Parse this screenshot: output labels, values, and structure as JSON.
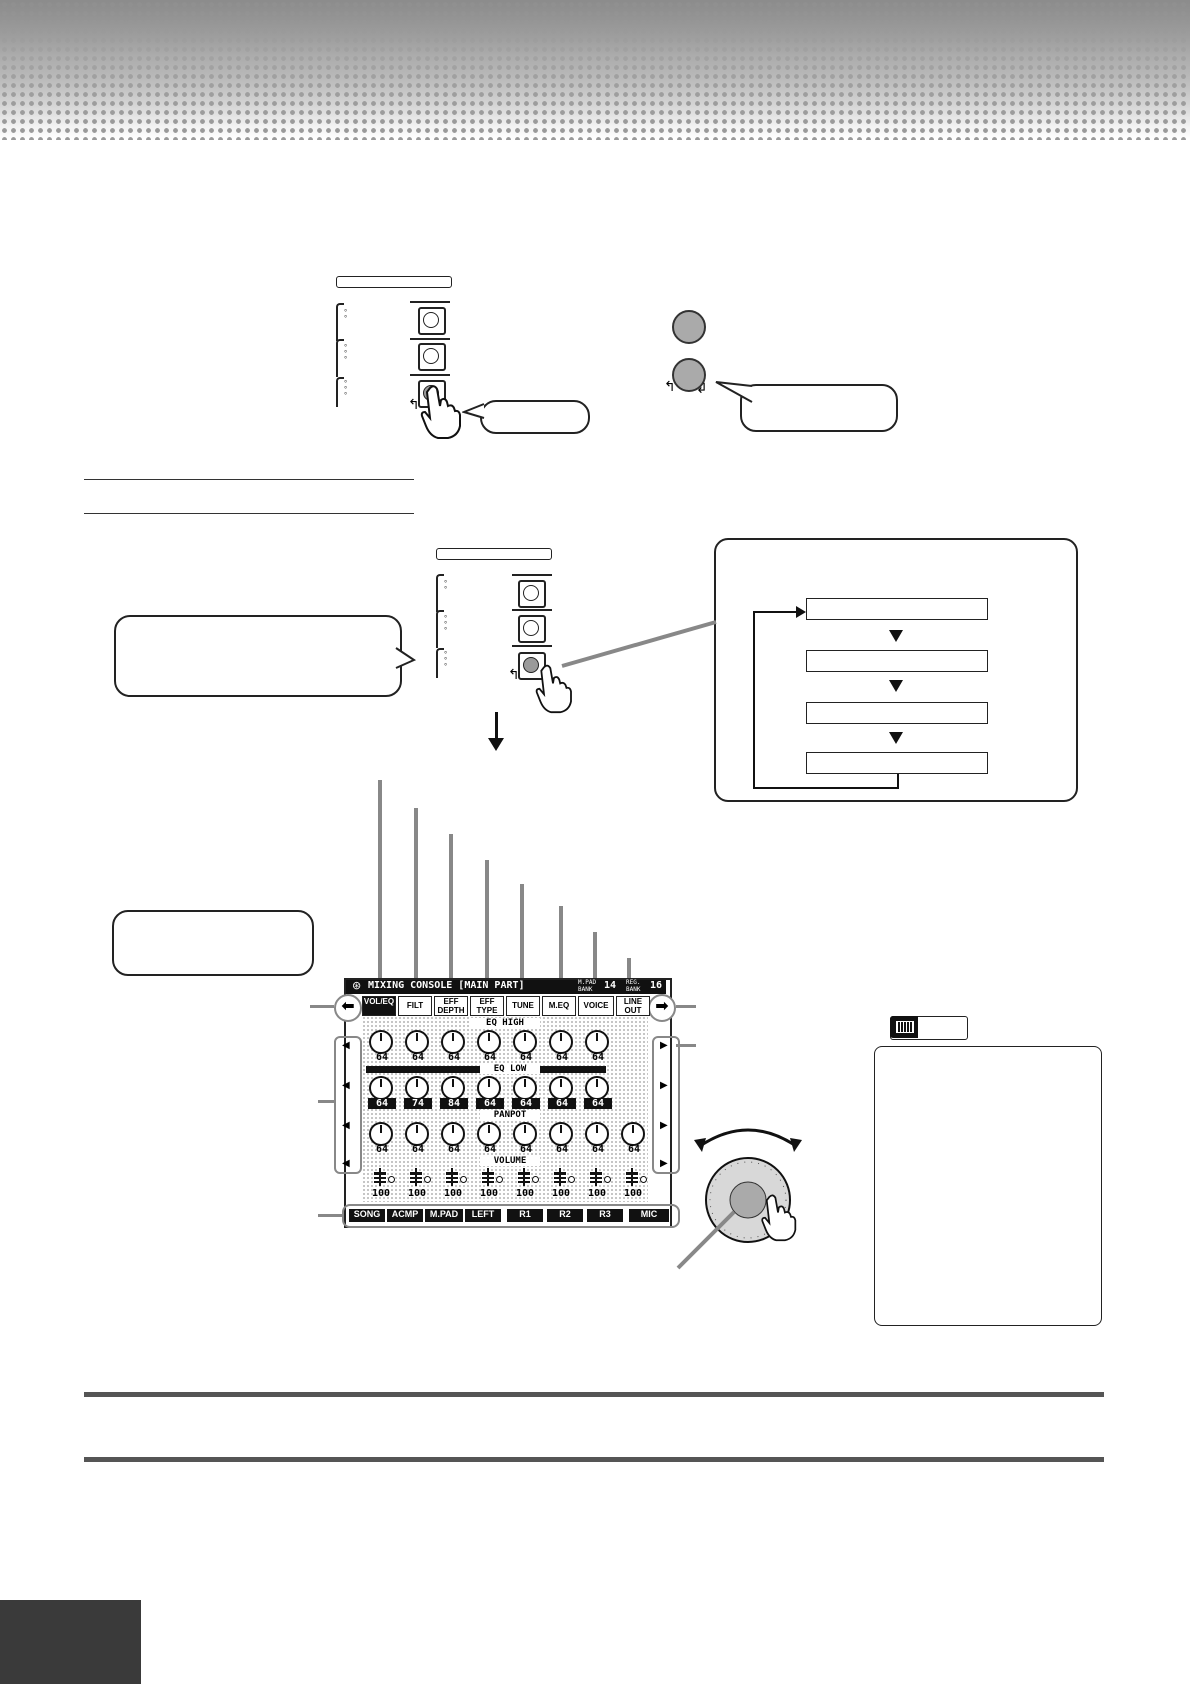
{
  "lcd": {
    "title": "MIXING CONSOLE [MAIN PART]",
    "mpad_label": "M.PAD BANK",
    "mpad_value": "14",
    "reg_label": "REG. BANK",
    "reg_value": "16",
    "tabs": [
      "VOL/EQ",
      "FILT",
      "EFF DEPTH",
      "EFF TYPE",
      "TUNE",
      "M.EQ",
      "VOICE",
      "LINE OUT"
    ],
    "sections": {
      "eq_high": "EQ HIGH",
      "eq_low": "EQ LOW",
      "panpot": "PANPOT",
      "volume": "VOLUME"
    },
    "eq_high_values": [
      "64",
      "64",
      "64",
      "64",
      "64",
      "64",
      "64"
    ],
    "eq_low_values": [
      "64",
      "74",
      "84",
      "64",
      "64",
      "64",
      "64"
    ],
    "panpot_values": [
      "64",
      "64",
      "64",
      "64",
      "64",
      "64",
      "64",
      "64"
    ],
    "volume_values": [
      "100",
      "100",
      "100",
      "100",
      "100",
      "100",
      "100",
      "100"
    ],
    "parts": [
      "SONG",
      "ACMP",
      "M.PAD",
      "LEFT",
      "R1",
      "R2",
      "R3",
      "MIC"
    ]
  },
  "icons": {
    "left_arrow": "left-arrow-icon",
    "right_arrow": "right-arrow-icon",
    "hand": "hand-pointer-icon",
    "dial": "data-dial-icon",
    "note": "keyboard-note-icon"
  }
}
